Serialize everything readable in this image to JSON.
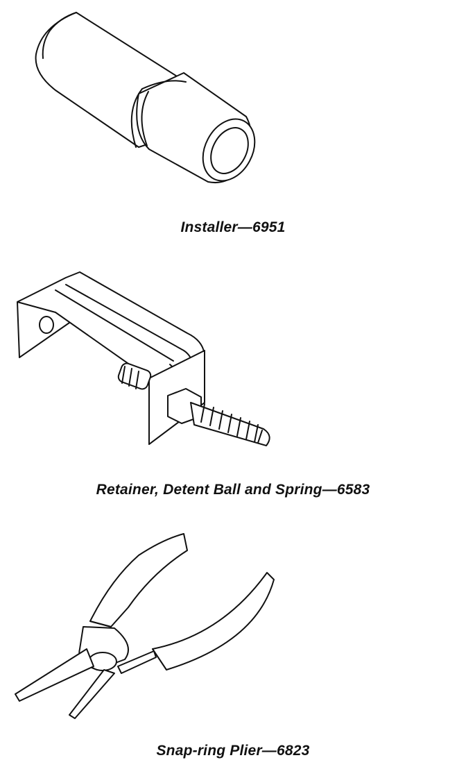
{
  "tools": [
    {
      "caption": "Installer—6951",
      "icon": "installer-icon"
    },
    {
      "caption": "Retainer, Detent Ball and Spring—6583",
      "icon": "retainer-icon"
    },
    {
      "caption": "Snap-ring Plier—6823",
      "icon": "plier-icon"
    }
  ]
}
